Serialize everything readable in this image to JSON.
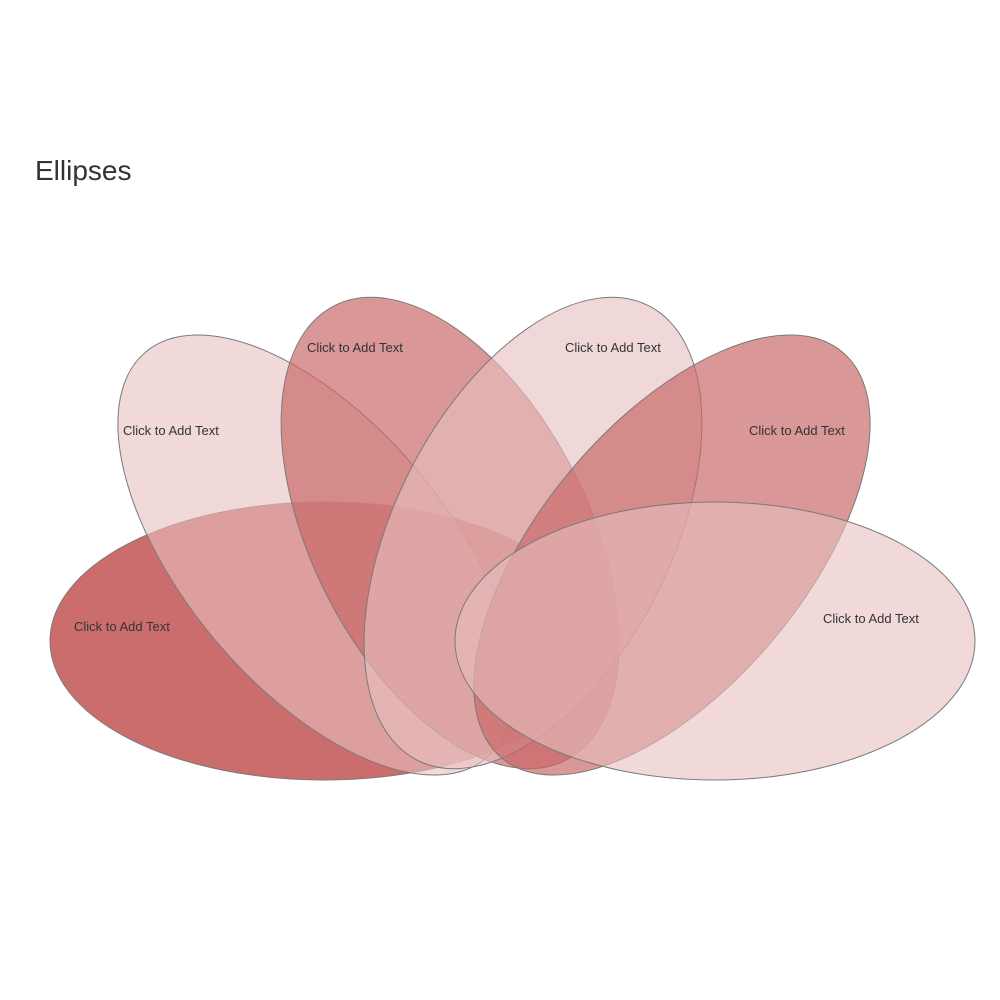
{
  "title": "Ellipses",
  "colors": {
    "dark": "#c96565",
    "medium": "#d88b8b",
    "light": "#f0d4d4",
    "stroke": "#7a7a7a"
  },
  "ellipses": [
    {
      "id": "e1",
      "label": "Click to Add Text",
      "shade": "dark"
    },
    {
      "id": "e2",
      "label": "Click to Add Text",
      "shade": "light"
    },
    {
      "id": "e3",
      "label": "Click to Add Text",
      "shade": "medium"
    },
    {
      "id": "e4",
      "label": "Click to Add Text",
      "shade": "light"
    },
    {
      "id": "e5",
      "label": "Click to Add Text",
      "shade": "medium"
    },
    {
      "id": "e6",
      "label": "Click to Add Text",
      "shade": "light"
    }
  ]
}
